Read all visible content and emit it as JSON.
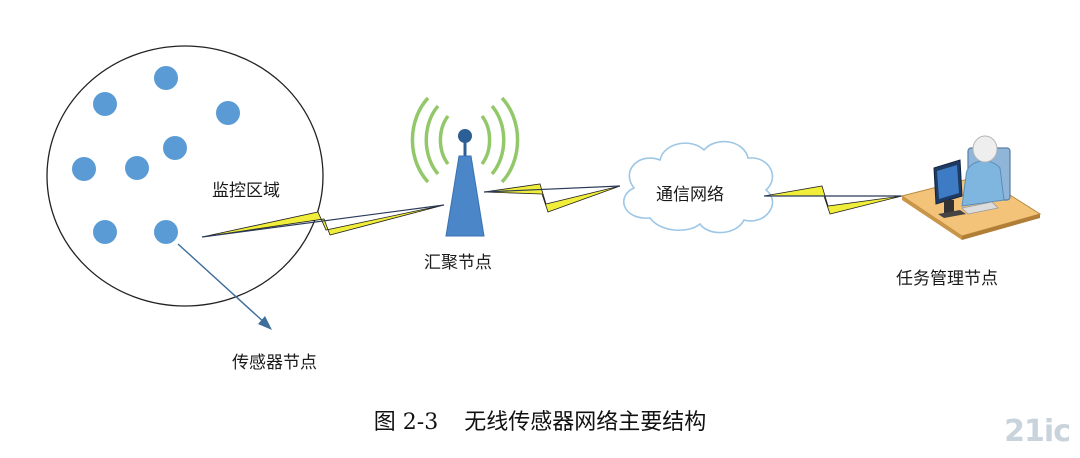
{
  "labels": {
    "monitor_area": "监控区域",
    "sink_node": "汇聚节点",
    "network": "通信网络",
    "task_node": "任务管理节点",
    "sensor_node": "传感器节点"
  },
  "caption": {
    "number": "图 2-3",
    "text": "无线传感器网络主要结构"
  },
  "watermark": "21ic",
  "colors": {
    "sensor_fill": "#5b9bd5",
    "tower_fill": "#4a86c8",
    "signal_green": "#92c86a",
    "bolt_yellow": "#f0ee3a",
    "cloud_stroke": "#9ec7e6"
  }
}
